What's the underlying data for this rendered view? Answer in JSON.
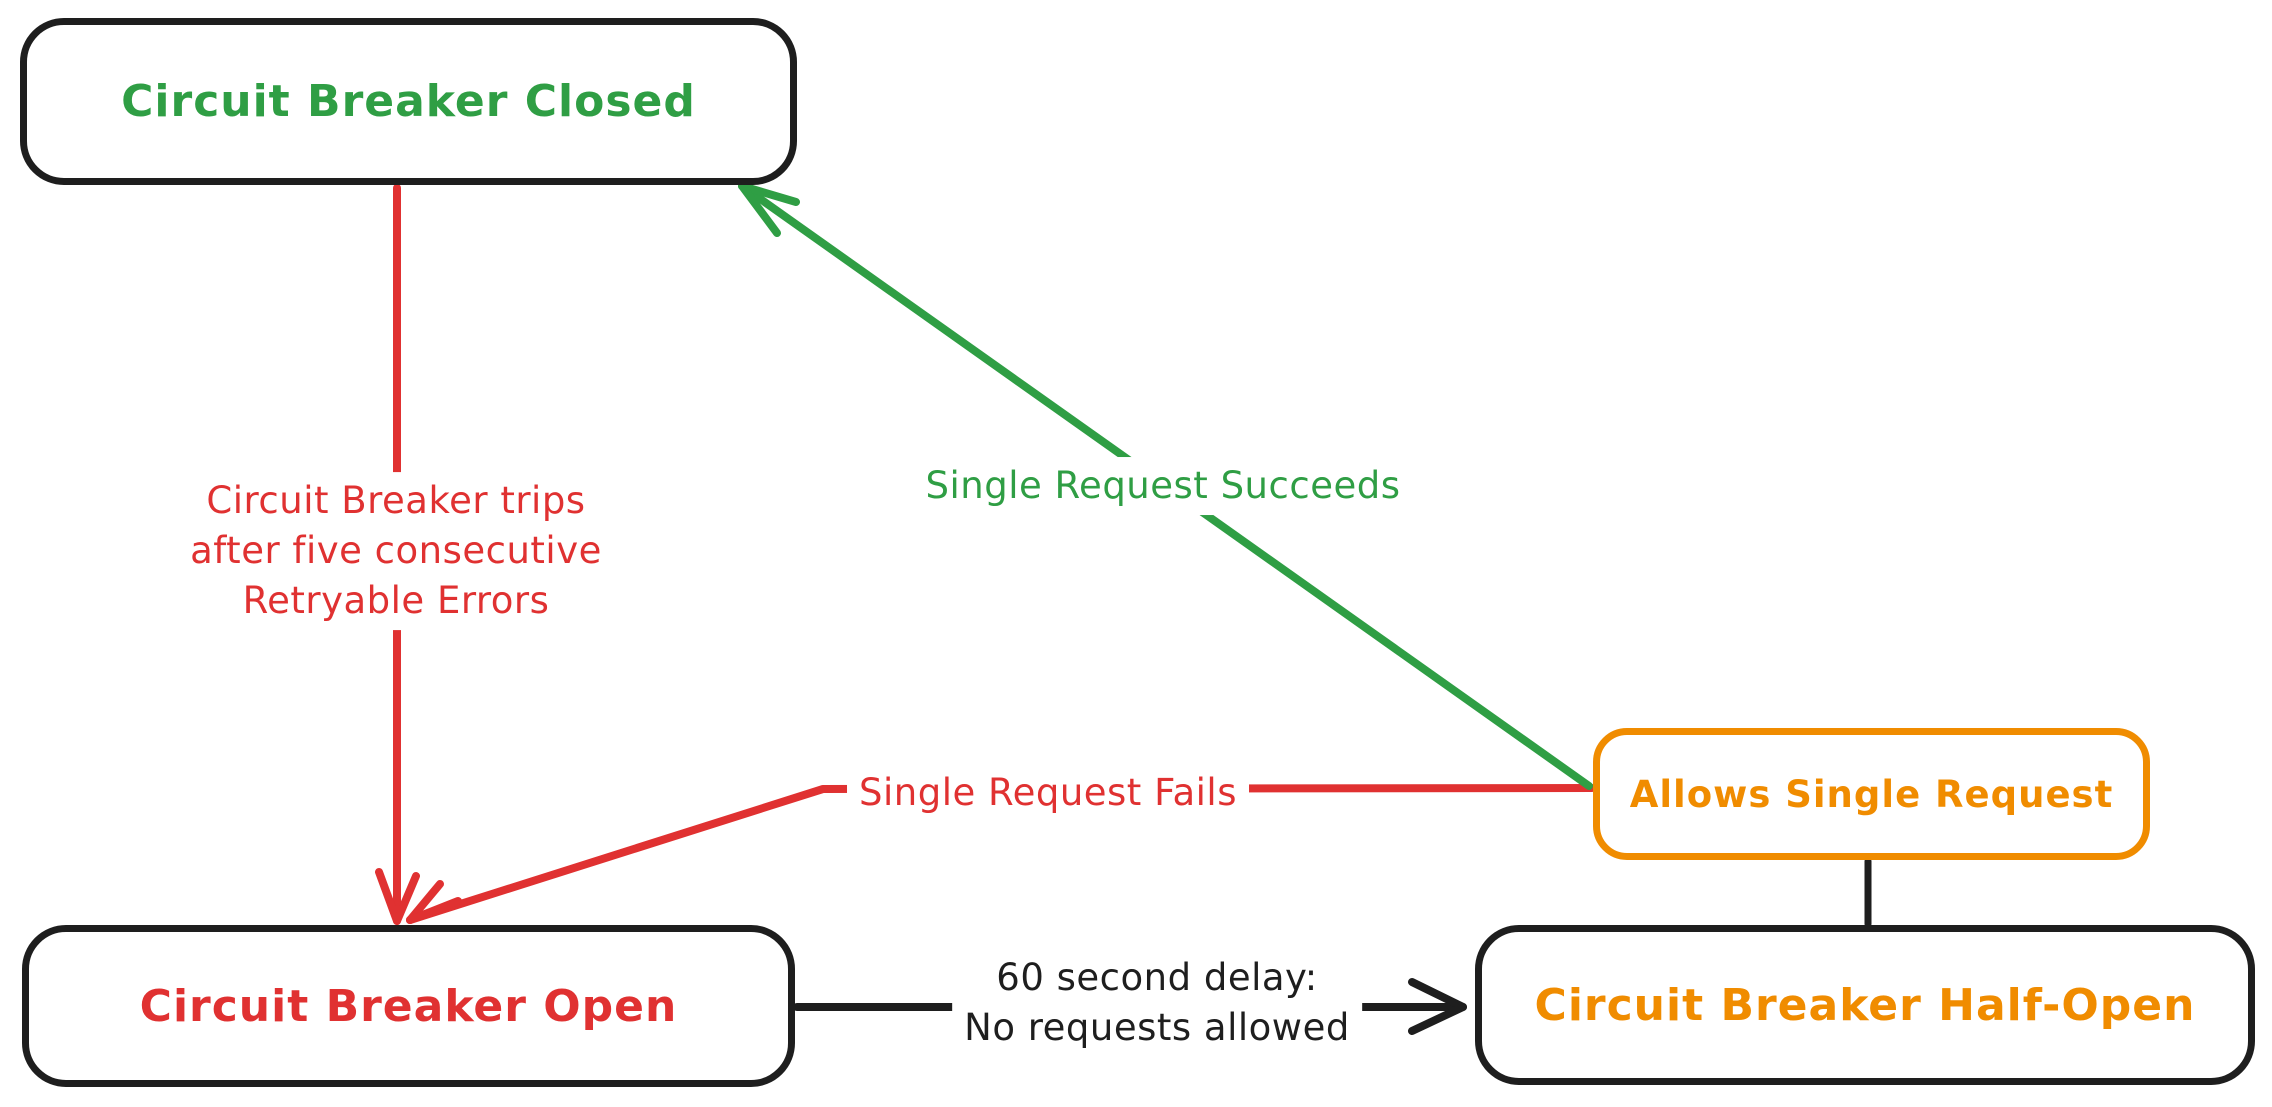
{
  "palette": {
    "green": "#2f9e44",
    "red": "#e03131",
    "orange": "#f08c00",
    "ink": "#1e1e1e",
    "background": "#ffffff"
  },
  "nodes": {
    "closed": {
      "label": "Circuit Breaker Closed"
    },
    "open": {
      "label": "Circuit Breaker Open"
    },
    "half_open": {
      "label": "Circuit Breaker Half-Open"
    },
    "allows": {
      "label": "Allows Single Request"
    }
  },
  "edges": {
    "trip": {
      "lines": [
        "Circuit Breaker trips",
        "after five consecutive",
        "Retryable Errors"
      ],
      "from": "closed",
      "to": "open",
      "color": "#e03131"
    },
    "succeeds": {
      "label": "Single Request Succeeds",
      "from": "allows",
      "to": "closed",
      "color": "#2f9e44"
    },
    "fails": {
      "label": "Single Request Fails",
      "from": "allows",
      "to": "open",
      "color": "#e03131"
    },
    "delay": {
      "lines": [
        "60 second delay:",
        "No requests allowed"
      ],
      "from": "open",
      "to": "half_open",
      "color": "#1e1e1e"
    },
    "half_open_to_allows": {
      "label": "",
      "from": "half_open",
      "to": "allows",
      "color": "#1e1e1e"
    }
  }
}
